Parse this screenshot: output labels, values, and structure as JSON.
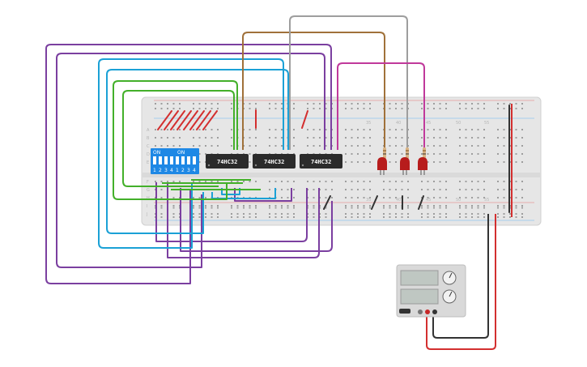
{
  "canvas": {
    "title": "",
    "colors": {
      "background": "#ffffff",
      "breadboard": "#e8e8e8",
      "chip": "#2b2b2b",
      "dip_switch": "#1e88e5",
      "led": "#b71c1c",
      "wire_purple": "#7b3fa0",
      "wire_blue": "#1ba1d6",
      "wire_green": "#43b02a",
      "wire_brown": "#a0713a",
      "wire_gray": "#9e9e9e",
      "wire_magenta": "#c0399b",
      "wire_red": "#d32f2f",
      "wire_black": "#333333",
      "power_supply": "#d5d5d5"
    }
  },
  "breadboard": {
    "column_numbers": [
      "35",
      "40",
      "45",
      "50",
      "55"
    ],
    "row_letters_top": [
      "A",
      "B",
      "C",
      "D",
      "E"
    ],
    "row_letters_bottom": [
      "F",
      "G",
      "H",
      "I",
      "J"
    ]
  },
  "dip_switch": {
    "group1_label": "ON",
    "group2_label": "ON",
    "numbers": [
      "1",
      "2",
      "3",
      "4",
      "1",
      "2",
      "3",
      "4"
    ]
  },
  "chips": [
    {
      "label": "74HC32"
    },
    {
      "label": "74HC32"
    },
    {
      "label": "74HC32"
    }
  ],
  "leds": [
    {
      "color": "red"
    },
    {
      "color": "red"
    },
    {
      "color": "red"
    }
  ],
  "power_supply": {
    "display1": "",
    "display2": ""
  }
}
